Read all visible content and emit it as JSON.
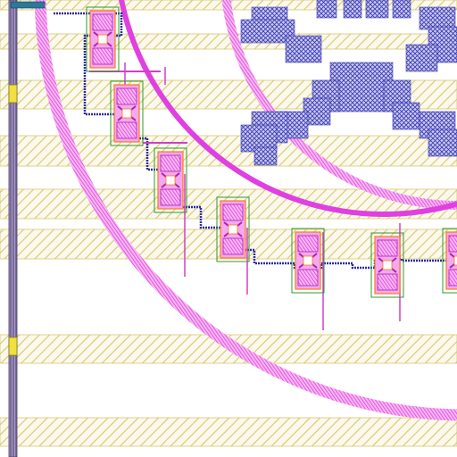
{
  "view": {
    "layers": [
      {
        "name": "metal-rail",
        "color": "#d8c870"
      },
      {
        "name": "metal-ring",
        "color": "#e040e0"
      },
      {
        "name": "metal-fill",
        "color": "#7a7ad8"
      },
      {
        "name": "via-route",
        "color": "#2a2aa8"
      },
      {
        "name": "device-body",
        "color": "#d040c8"
      },
      {
        "name": "device-outline",
        "color": "#ff7a1a"
      },
      {
        "name": "device-guard",
        "color": "#2e9a2e"
      },
      {
        "name": "power-strap",
        "color": "#6a5a8a"
      },
      {
        "name": "pad-marker",
        "color": "#f0e040"
      }
    ],
    "cell_count": 7,
    "pattern": "checkerboard-x"
  }
}
